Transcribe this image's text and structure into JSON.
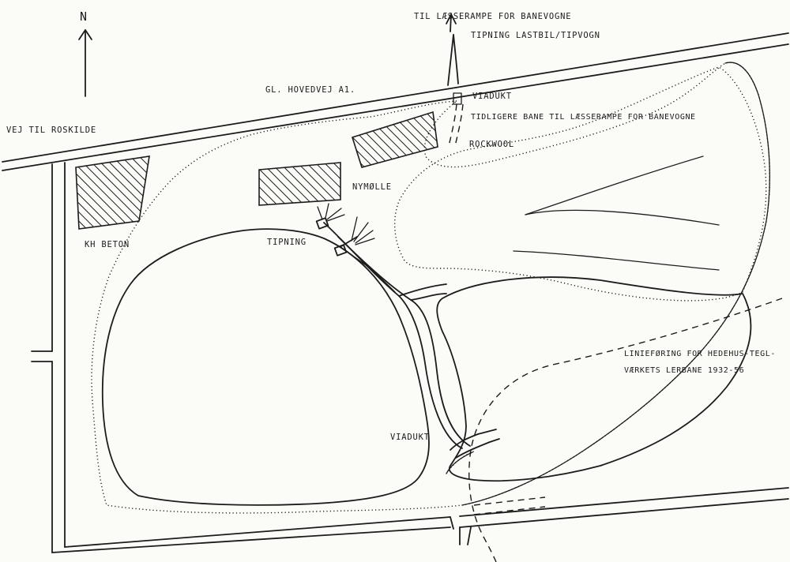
{
  "north": {
    "label": "N"
  },
  "labels": {
    "til_laesserampe": "TIL LÆSSERAMPE FOR BANEVOGNE",
    "tipning_lastbil": "TIPNING LASTBIL/TIPVOGN",
    "gl_hovedvej": "GL. HOVEDVEJ A1.",
    "viadukt_north": "VIADUKT",
    "tidligere_bane": "TIDLIGERE BANE TIL LÆSSERAMPE FOR BANEVOGNE",
    "rockwool": "ROCKWOOL",
    "vej_til_roskilde": "VEJ TIL ROSKILDE",
    "nymolle": "NYMØLLE",
    "kh_beton": "KH BETON",
    "tipning": "TIPNING",
    "linjefoering_line1": "LINIEFØRING FOR HEDEHUS-TEGL-",
    "linjefoering_line2": "VÆRKETS LERBANE 1932-56",
    "viadukt_south": "VIADUKT"
  },
  "colors": {
    "ink": "#1c1c1c",
    "paper": "#fbfbf8"
  }
}
